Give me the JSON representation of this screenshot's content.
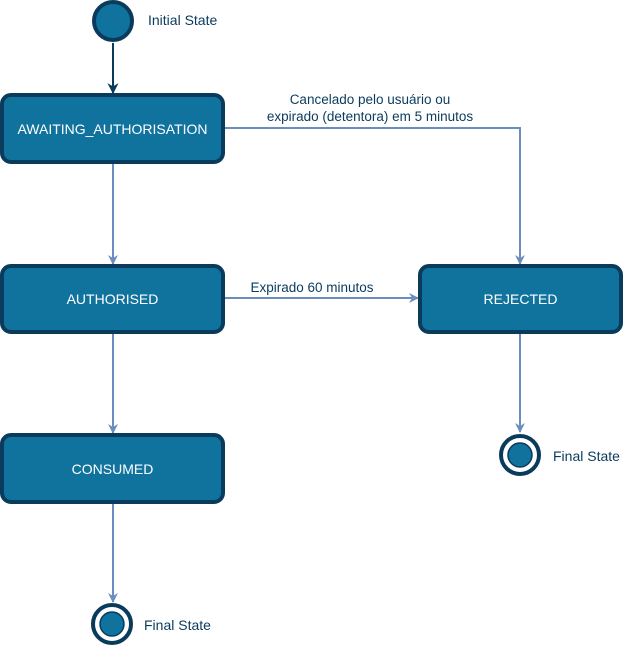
{
  "colors": {
    "state_fill": "#10739e",
    "state_border": "#0b3b5c",
    "edge": "#6c8ebf",
    "start_edge": "#0b3b5c",
    "label_text": "#0b3b5c",
    "background": "#ffffff"
  },
  "initial": {
    "label": "Initial State"
  },
  "states": {
    "awaiting": "AWAITING_AUTHORISATION",
    "authorised": "AUTHORISED",
    "rejected": "REJECTED",
    "consumed": "CONSUMED"
  },
  "finals": {
    "rejected_final_label": "Final State",
    "consumed_final_label": "Final State"
  },
  "transitions": {
    "awaiting_to_rejected_line1": "Cancelado pelo usuário ou",
    "awaiting_to_rejected_line2": "expirado (detentora) em 5 minutos",
    "authorised_to_rejected": "Expirado 60 minutos"
  }
}
